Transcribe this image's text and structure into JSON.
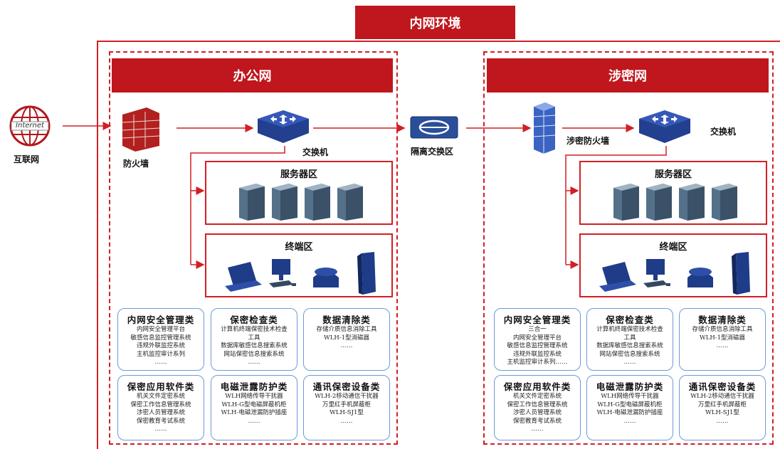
{
  "header": {
    "title": "内网环境"
  },
  "internet": {
    "badge": "Internet",
    "label": "互联网"
  },
  "gap": {
    "label": "隔离交换区"
  },
  "office": {
    "title": "办公网",
    "firewall_label": "防火墙",
    "switch_label": "交换机",
    "server_zone": "服务器区",
    "terminal_zone": "终端区",
    "categories": [
      {
        "title": "内网安全管理类",
        "items": [
          "内网安全管理平台",
          "敏感信息监控管理系统",
          "违规外联监控系统",
          "主机监控审计系列",
          "……"
        ]
      },
      {
        "title": "保密检查类",
        "items": [
          "计算机终端保密技术检查",
          "工具",
          "数据库敏感信息搜索系统",
          "网站保密信息搜索系统",
          "……"
        ]
      },
      {
        "title": "数据清除类",
        "items": [
          "存储介质信息消除工具",
          "WLH-1型消磁器",
          "……"
        ]
      },
      {
        "title": "保密应用软件类",
        "items": [
          "机关文件定密系统",
          "保密工作信息管理系统",
          "涉密人员管理系统",
          "保密教育考试系统",
          "……"
        ]
      },
      {
        "title": "电磁泄露防护类",
        "items": [
          "WLH网络传导干扰器",
          "WLH-G型电磁屏蔽机柜",
          "WLH-电磁泄漏防护插座",
          "……"
        ]
      },
      {
        "title": "通讯保密设备类",
        "items": [
          "WLH-2移动通信干扰器",
          "万里红手机屏蔽柜",
          "WLH-SJ1型",
          "……"
        ]
      }
    ]
  },
  "secret": {
    "title": "涉密网",
    "firewall_label": "涉密防火墙",
    "switch_label": "交换机",
    "server_zone": "服务器区",
    "terminal_zone": "终端区",
    "categories": [
      {
        "title": "内网安全管理类",
        "items": [
          "三合一",
          "内网安全管理平台",
          "敏感信息监控管理系统",
          "违规外联监控系统",
          "主机监控审计系列……"
        ]
      },
      {
        "title": "保密检查类",
        "items": [
          "计算机终端保密技术检查",
          "工具",
          "数据库敏感信息搜索系统",
          "网站保密信息搜索系统",
          "……"
        ]
      },
      {
        "title": "数据清除类",
        "items": [
          "存储介质信息消除工具",
          "WLH-1型消磁器",
          "……"
        ]
      },
      {
        "title": "保密应用软件类",
        "items": [
          "机关文件定密系统",
          "保密工作信息管理系统",
          "涉密人员管理系统",
          "保密教育考试系统",
          "……"
        ]
      },
      {
        "title": "电磁泄露防护类",
        "items": [
          "WLH网络传导干扰器",
          "WLH-G型电磁屏蔽机柜",
          "WLH-电磁泄漏防护插座",
          "……"
        ]
      },
      {
        "title": "通讯保密设备类",
        "items": [
          "WLH-2移动通信干扰器",
          "万里红手机屏蔽柜",
          "WLH-SJ1型",
          "……"
        ]
      }
    ]
  },
  "colors": {
    "accent": "#c0161d",
    "box_border": "#6b9bd6",
    "device": "#1f3c88"
  }
}
